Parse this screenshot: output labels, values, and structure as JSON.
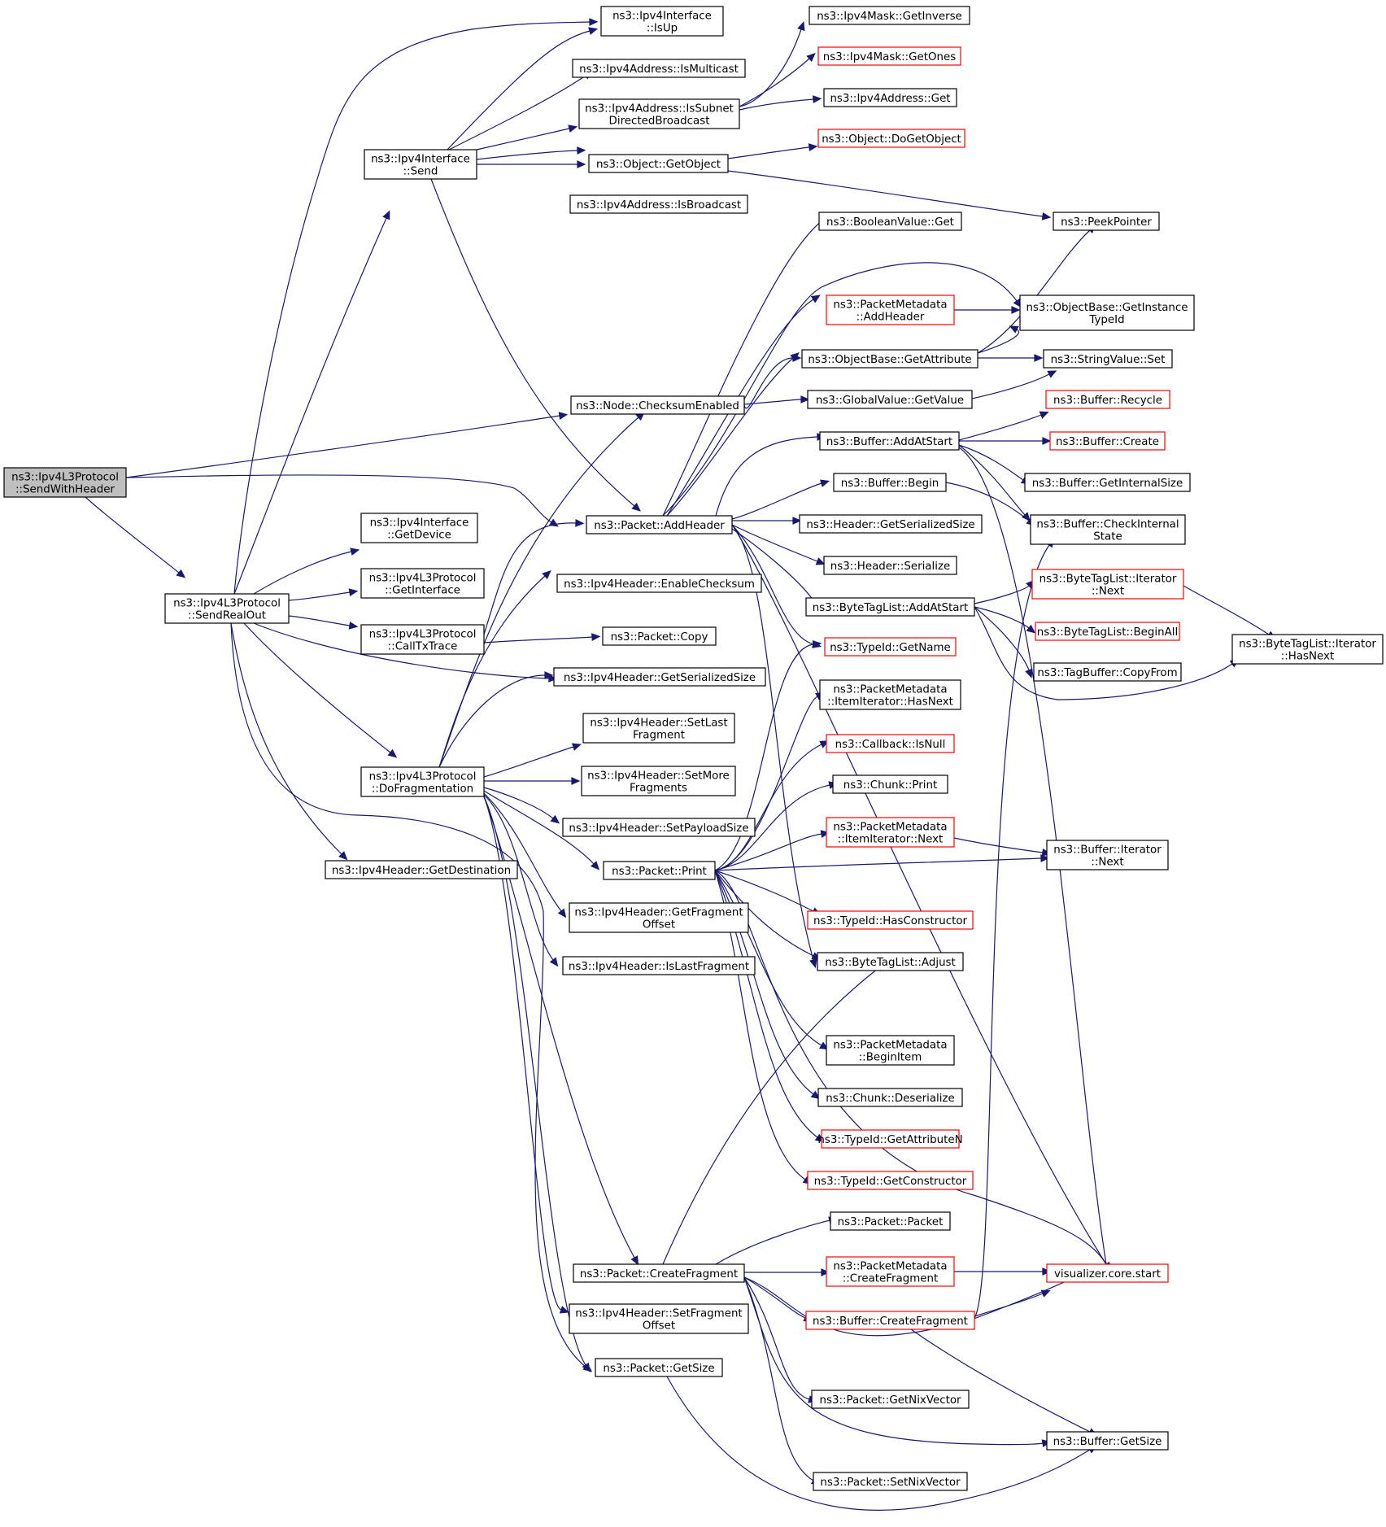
{
  "colors": {
    "edge": "#191970",
    "node_border": "#000000",
    "node_border_incomplete": "#ff0000",
    "root_fill": "#bfbfbf",
    "node_fill": "#ffffff"
  },
  "nodes": {
    "n0": {
      "lines": [
        "ns3::Ipv4L3Protocol",
        "::SendWithHeader"
      ],
      "style": "root"
    },
    "n1": {
      "lines": [
        "ns3::Ipv4L3Protocol",
        "::SendRealOut"
      ],
      "style": "normal"
    },
    "n2": {
      "lines": [
        "ns3::Ipv4Interface",
        "::Send"
      ],
      "style": "normal"
    },
    "n3": {
      "lines": [
        "ns3::Ipv4Interface",
        "::GetDevice"
      ],
      "style": "normal"
    },
    "n4": {
      "lines": [
        "ns3::Ipv4L3Protocol",
        "::GetInterface"
      ],
      "style": "normal"
    },
    "n5": {
      "lines": [
        "ns3::Ipv4L3Protocol",
        "::CallTxTrace"
      ],
      "style": "normal"
    },
    "n6": {
      "lines": [
        "ns3::Ipv4L3Protocol",
        "::DoFragmentation"
      ],
      "style": "normal"
    },
    "n7": {
      "lines": [
        "ns3::Ipv4Header::GetDestination"
      ],
      "style": "normal"
    },
    "n8": {
      "lines": [
        "ns3::Ipv4Interface",
        "::IsUp"
      ],
      "style": "normal"
    },
    "n9": {
      "lines": [
        "ns3::Ipv4Address::IsMulticast"
      ],
      "style": "normal"
    },
    "n10": {
      "lines": [
        "ns3::Ipv4Address::IsSubnet",
        "DirectedBroadcast"
      ],
      "style": "normal"
    },
    "n11": {
      "lines": [
        "ns3::Object::GetObject"
      ],
      "style": "normal"
    },
    "n12": {
      "lines": [
        "ns3::Ipv4Address::IsBroadcast"
      ],
      "style": "normal"
    },
    "n13": {
      "lines": [
        "ns3::Node::ChecksumEnabled"
      ],
      "style": "normal"
    },
    "n14": {
      "lines": [
        "ns3::Packet::AddHeader"
      ],
      "style": "normal"
    },
    "n15": {
      "lines": [
        "ns3::Ipv4Header::EnableChecksum"
      ],
      "style": "normal"
    },
    "n16": {
      "lines": [
        "ns3::Packet::Copy"
      ],
      "style": "normal"
    },
    "n17": {
      "lines": [
        "ns3::Ipv4Header::GetSerializedSize"
      ],
      "style": "normal"
    },
    "n18": {
      "lines": [
        "ns3::Ipv4Header::SetLast",
        "Fragment"
      ],
      "style": "normal"
    },
    "n19": {
      "lines": [
        "ns3::Ipv4Header::SetMore",
        "Fragments"
      ],
      "style": "normal"
    },
    "n20": {
      "lines": [
        "ns3::Ipv4Header::SetPayloadSize"
      ],
      "style": "normal"
    },
    "n21": {
      "lines": [
        "ns3::Packet::Print"
      ],
      "style": "normal"
    },
    "n22": {
      "lines": [
        "ns3::Ipv4Header::GetFragment",
        "Offset"
      ],
      "style": "normal"
    },
    "n23": {
      "lines": [
        "ns3::Ipv4Header::IsLastFragment"
      ],
      "style": "normal"
    },
    "n24": {
      "lines": [
        "ns3::Packet::CreateFragment"
      ],
      "style": "normal"
    },
    "n25": {
      "lines": [
        "ns3::Ipv4Header::SetFragment",
        "Offset"
      ],
      "style": "normal"
    },
    "n26": {
      "lines": [
        "ns3::Packet::GetSize"
      ],
      "style": "normal"
    },
    "n27": {
      "lines": [
        "ns3::Ipv4Mask::GetInverse"
      ],
      "style": "normal"
    },
    "n28": {
      "lines": [
        "ns3::Ipv4Mask::GetOnes"
      ],
      "style": "red"
    },
    "n29": {
      "lines": [
        "ns3::Ipv4Address::Get"
      ],
      "style": "normal"
    },
    "n30": {
      "lines": [
        "ns3::Object::DoGetObject"
      ],
      "style": "red"
    },
    "n31": {
      "lines": [
        "ns3::PeekPointer"
      ],
      "style": "normal"
    },
    "n32": {
      "lines": [
        "ns3::BooleanValue::Get"
      ],
      "style": "normal"
    },
    "n33": {
      "lines": [
        "ns3::PacketMetadata",
        "::AddHeader"
      ],
      "style": "red"
    },
    "n34": {
      "lines": [
        "ns3::ObjectBase::GetInstance",
        "TypeId"
      ],
      "style": "normal"
    },
    "n35": {
      "lines": [
        "ns3::ObjectBase::GetAttribute"
      ],
      "style": "normal"
    },
    "n36": {
      "lines": [
        "ns3::StringValue::Set"
      ],
      "style": "normal"
    },
    "n37": {
      "lines": [
        "ns3::GlobalValue::GetValue"
      ],
      "style": "normal"
    },
    "n38": {
      "lines": [
        "ns3::Buffer::Recycle"
      ],
      "style": "red"
    },
    "n39": {
      "lines": [
        "ns3::Buffer::AddAtStart"
      ],
      "style": "normal"
    },
    "n40": {
      "lines": [
        "ns3::Buffer::Create"
      ],
      "style": "red"
    },
    "n41": {
      "lines": [
        "ns3::Buffer::GetInternalSize"
      ],
      "style": "normal"
    },
    "n42": {
      "lines": [
        "ns3::Buffer::Begin"
      ],
      "style": "normal"
    },
    "n43": {
      "lines": [
        "ns3::Buffer::CheckInternal",
        "State"
      ],
      "style": "normal"
    },
    "n44": {
      "lines": [
        "ns3::Header::GetSerializedSize"
      ],
      "style": "normal"
    },
    "n45": {
      "lines": [
        "ns3::Header::Serialize"
      ],
      "style": "normal"
    },
    "n46": {
      "lines": [
        "ns3::ByteTagList::Iterator",
        "::Next"
      ],
      "style": "red"
    },
    "n47": {
      "lines": [
        "ns3::ByteTagList::AddAtStart"
      ],
      "style": "normal"
    },
    "n48": {
      "lines": [
        "ns3::ByteTagList::BeginAll"
      ],
      "style": "red"
    },
    "n49": {
      "lines": [
        "ns3::ByteTagList::Iterator",
        "::HasNext"
      ],
      "style": "normal"
    },
    "n50": {
      "lines": [
        "ns3::TagBuffer::CopyFrom"
      ],
      "style": "normal"
    },
    "n51": {
      "lines": [
        "ns3::TypeId::GetName"
      ],
      "style": "red"
    },
    "n52": {
      "lines": [
        "ns3::PacketMetadata",
        "::ItemIterator::HasNext"
      ],
      "style": "normal"
    },
    "n53": {
      "lines": [
        "ns3::Callback::IsNull"
      ],
      "style": "red"
    },
    "n54": {
      "lines": [
        "ns3::Chunk::Print"
      ],
      "style": "normal"
    },
    "n55": {
      "lines": [
        "ns3::PacketMetadata",
        "::ItemIterator::Next"
      ],
      "style": "red"
    },
    "n56": {
      "lines": [
        "ns3::Buffer::Iterator",
        "::Next"
      ],
      "style": "normal"
    },
    "n57": {
      "lines": [
        "ns3::TypeId::HasConstructor"
      ],
      "style": "red"
    },
    "n58": {
      "lines": [
        "ns3::ByteTagList::Adjust"
      ],
      "style": "normal"
    },
    "n59": {
      "lines": [
        "ns3::PacketMetadata",
        "::BeginItem"
      ],
      "style": "normal"
    },
    "n60": {
      "lines": [
        "ns3::Chunk::Deserialize"
      ],
      "style": "normal"
    },
    "n61": {
      "lines": [
        "ns3::TypeId::GetAttributeN"
      ],
      "style": "red"
    },
    "n62": {
      "lines": [
        "ns3::TypeId::GetConstructor"
      ],
      "style": "red"
    },
    "n63": {
      "lines": [
        "ns3::Packet::Packet"
      ],
      "style": "normal"
    },
    "n64": {
      "lines": [
        "ns3::PacketMetadata",
        "::CreateFragment"
      ],
      "style": "red"
    },
    "n65": {
      "lines": [
        "visualizer.core.start"
      ],
      "style": "red"
    },
    "n66": {
      "lines": [
        "ns3::Buffer::CreateFragment"
      ],
      "style": "red"
    },
    "n67": {
      "lines": [
        "ns3::Packet::GetNixVector"
      ],
      "style": "normal"
    },
    "n68": {
      "lines": [
        "ns3::Buffer::GetSize"
      ],
      "style": "normal"
    },
    "n69": {
      "lines": [
        "ns3::Packet::SetNixVector"
      ],
      "style": "normal"
    }
  }
}
